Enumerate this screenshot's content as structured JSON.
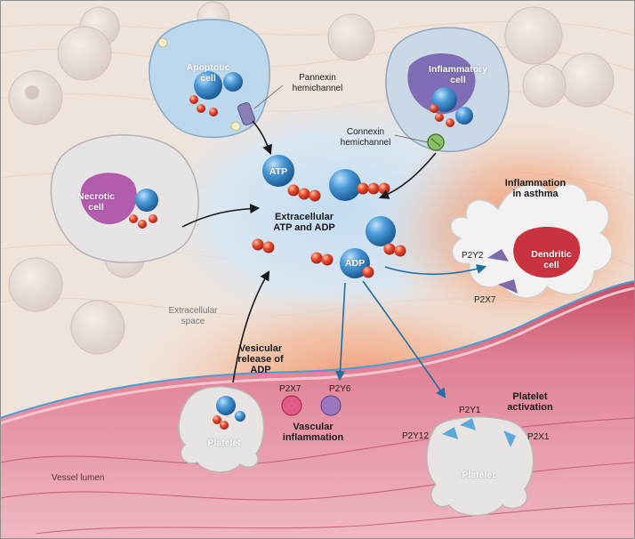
{
  "labels": {
    "apoptotic_cell": [
      "Apoptotic",
      "cell"
    ],
    "pannexin": [
      "Pannexin",
      "hemichannel"
    ],
    "inflammatory_cell": [
      "Inflammatory",
      "cell"
    ],
    "connexin": [
      "Connexin",
      "hemichannel"
    ],
    "necrotic_cell": [
      "Necrotic",
      "cell"
    ],
    "atp": "ATP",
    "extracellular_atp_adp": [
      "Extracellular",
      "ATP and ADP"
    ],
    "adp": "ADP",
    "inflammation_asthma": [
      "Inflammation",
      "in asthma"
    ],
    "dendritic_cell": [
      "Dendritic",
      "cell"
    ],
    "p2y2": "P2Y2",
    "p2x7_dendritic": "P2X7",
    "extracellular_space": [
      "Extracellular",
      "space"
    ],
    "vesicular_release": [
      "Vesicular",
      "release of",
      "ADP"
    ],
    "p2x7_vascular": "P2X7",
    "p2y6": "P2Y6",
    "vascular_inflammation": [
      "Vascular",
      "inflammation"
    ],
    "platelet_activation": [
      "Platelet",
      "activation"
    ],
    "p2y1": "P2Y1",
    "p2y12": "P2Y12",
    "p2x1": "P2X1",
    "platelet_left": "Platelet",
    "platelet_right": "Platelet",
    "vessel_lumen": "Vessel lumen"
  },
  "colors": {
    "atp_blue": "#3d8fd0",
    "phosphate_red": "#d9422b",
    "vessel_pink": "#d9667c",
    "glow_blue": "#cfe3f3",
    "glow_orange": "#f6a36f",
    "arrow_blue": "#1f6fa3",
    "arrow_black": "#1a1a1a"
  }
}
